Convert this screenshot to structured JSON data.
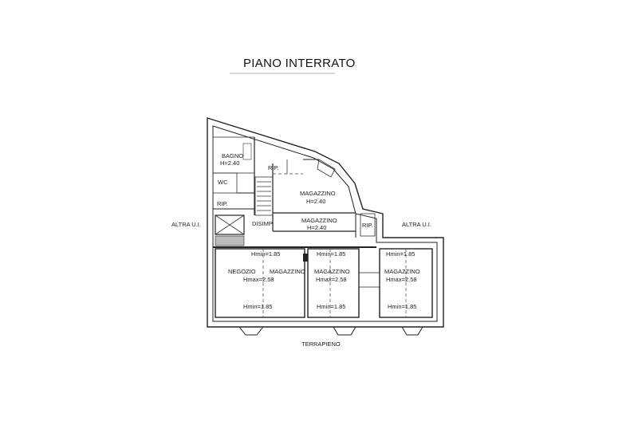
{
  "title": "PIANO INTERRATO",
  "labels": {
    "bagno": "BAGNO",
    "bagno_h": "H=2.40",
    "wc": "WC",
    "rip_a": "RIP.",
    "rip_b": "RIP.",
    "rip_c": "RIP.",
    "disimp": "DISIMP.",
    "magazzino_1": "MAGAZZINO",
    "magazzino_1_h": "H=2.40",
    "magazzino_2": "MAGAZZINO",
    "magazzino_2_h": "H=2.40",
    "altra_left": "ALTRA U.I.",
    "altra_right": "ALTRA U.I.",
    "negozio": "NEGOZIO",
    "magazzino_3": "MAGAZZINO",
    "hmin_1": "Hmin=1.85",
    "hmax_1": "Hmax=2.58",
    "hmin_1b": "Hmin=1.85",
    "magazzino_4": "MAGAZZINO",
    "hmin_2": "Hmin=1.85",
    "hmax_2": "Hmax=2.58",
    "hmin_2b": "Hmin=1.85",
    "magazzino_5": "MAGAZZINO",
    "hmin_3": "Hmin=1.85",
    "hmax_3": "Hmax=2.58",
    "hmin_3b": "Hmin=1.85",
    "terrapieno": "TERRAPIENO"
  }
}
